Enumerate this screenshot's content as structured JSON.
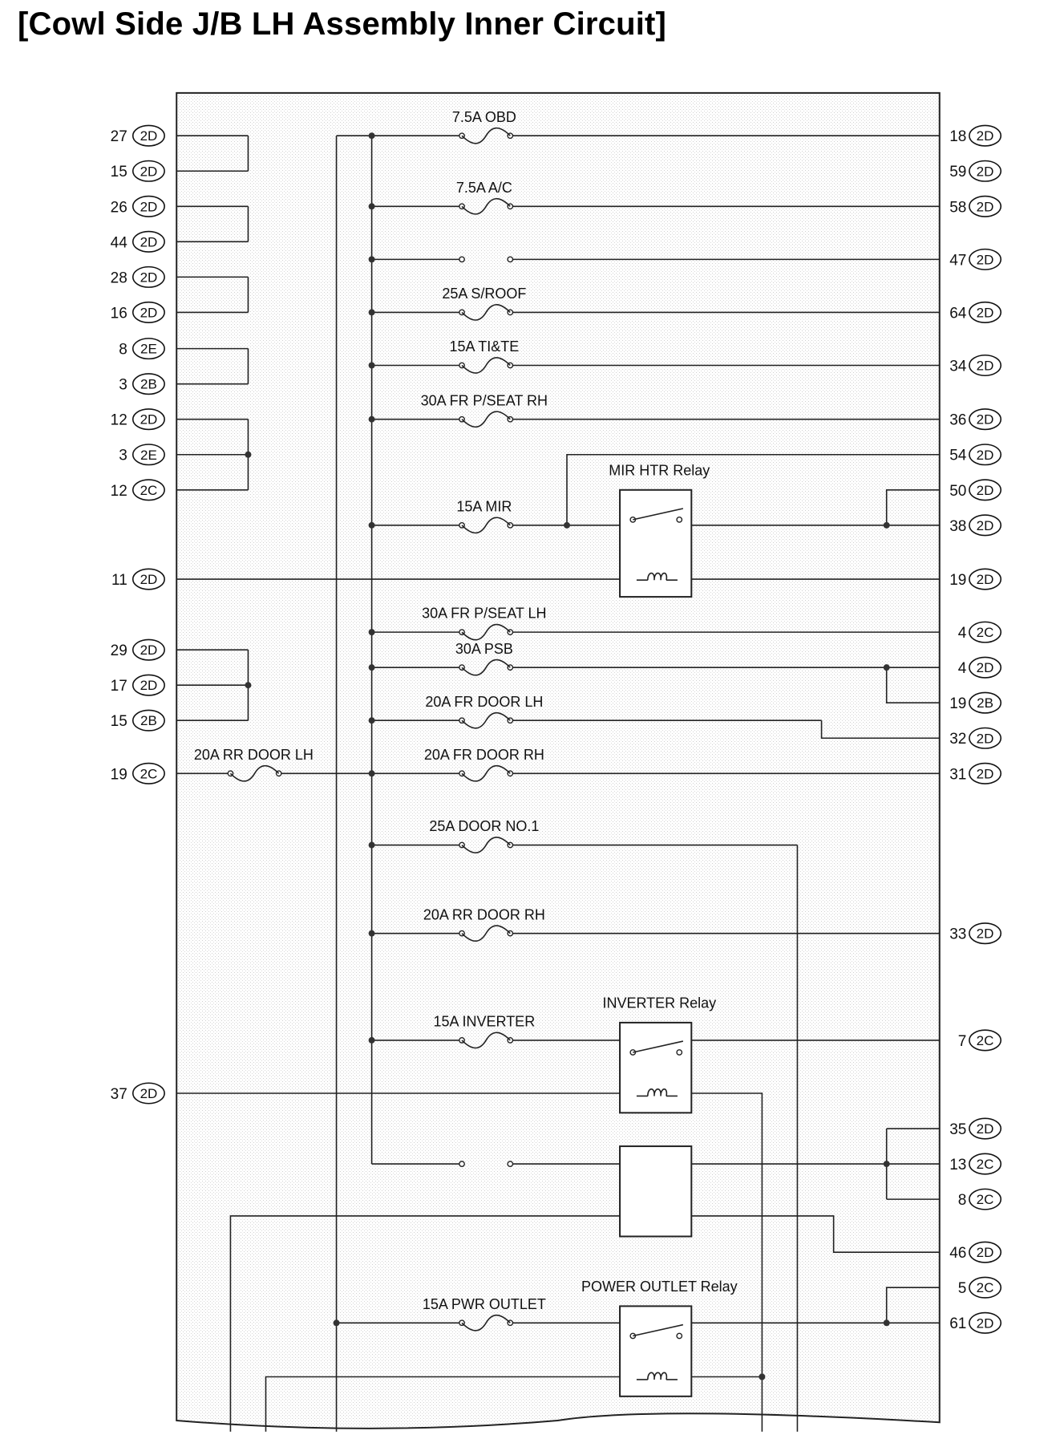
{
  "title": "[Cowl Side J/B LH Assembly Inner Circuit]",
  "left_pins": [
    {
      "num": "27",
      "conn": "2D"
    },
    {
      "num": "15",
      "conn": "2D"
    },
    {
      "num": "26",
      "conn": "2D"
    },
    {
      "num": "44",
      "conn": "2D"
    },
    {
      "num": "28",
      "conn": "2D"
    },
    {
      "num": "16",
      "conn": "2D"
    },
    {
      "num": "8",
      "conn": "2E"
    },
    {
      "num": "3",
      "conn": "2B"
    },
    {
      "num": "12",
      "conn": "2D"
    },
    {
      "num": "3",
      "conn": "2E"
    },
    {
      "num": "12",
      "conn": "2C"
    },
    {
      "num": "11",
      "conn": "2D"
    },
    {
      "num": "29",
      "conn": "2D"
    },
    {
      "num": "17",
      "conn": "2D"
    },
    {
      "num": "15",
      "conn": "2B"
    },
    {
      "num": "19",
      "conn": "2C"
    },
    {
      "num": "37",
      "conn": "2D"
    }
  ],
  "right_pins": [
    {
      "num": "18",
      "conn": "2D"
    },
    {
      "num": "59",
      "conn": "2D"
    },
    {
      "num": "58",
      "conn": "2D"
    },
    {
      "num": "47",
      "conn": "2D"
    },
    {
      "num": "64",
      "conn": "2D"
    },
    {
      "num": "34",
      "conn": "2D"
    },
    {
      "num": "36",
      "conn": "2D"
    },
    {
      "num": "54",
      "conn": "2D"
    },
    {
      "num": "50",
      "conn": "2D"
    },
    {
      "num": "38",
      "conn": "2D"
    },
    {
      "num": "19",
      "conn": "2D"
    },
    {
      "num": "4",
      "conn": "2C"
    },
    {
      "num": "4",
      "conn": "2D"
    },
    {
      "num": "19",
      "conn": "2B"
    },
    {
      "num": "32",
      "conn": "2D"
    },
    {
      "num": "31",
      "conn": "2D"
    },
    {
      "num": "33",
      "conn": "2D"
    },
    {
      "num": "7",
      "conn": "2C"
    },
    {
      "num": "35",
      "conn": "2D"
    },
    {
      "num": "13",
      "conn": "2C"
    },
    {
      "num": "8",
      "conn": "2C"
    },
    {
      "num": "46",
      "conn": "2D"
    },
    {
      "num": "5",
      "conn": "2C"
    },
    {
      "num": "61",
      "conn": "2D"
    }
  ],
  "fuses": [
    "7.5A OBD",
    "7.5A A/C",
    "25A S/ROOF",
    "15A TI&TE",
    "30A FR P/SEAT RH",
    "15A MIR",
    "30A FR P/SEAT LH",
    "30A PSB",
    "20A FR DOOR LH",
    "20A FR DOOR RH",
    "20A RR DOOR LH",
    "25A  DOOR NO.1",
    "20A RR DOOR RH",
    "15A INVERTER",
    "15A PWR OUTLET"
  ],
  "relays": [
    "MIR HTR Relay",
    "INVERTER Relay",
    "POWER OUTLET Relay"
  ]
}
